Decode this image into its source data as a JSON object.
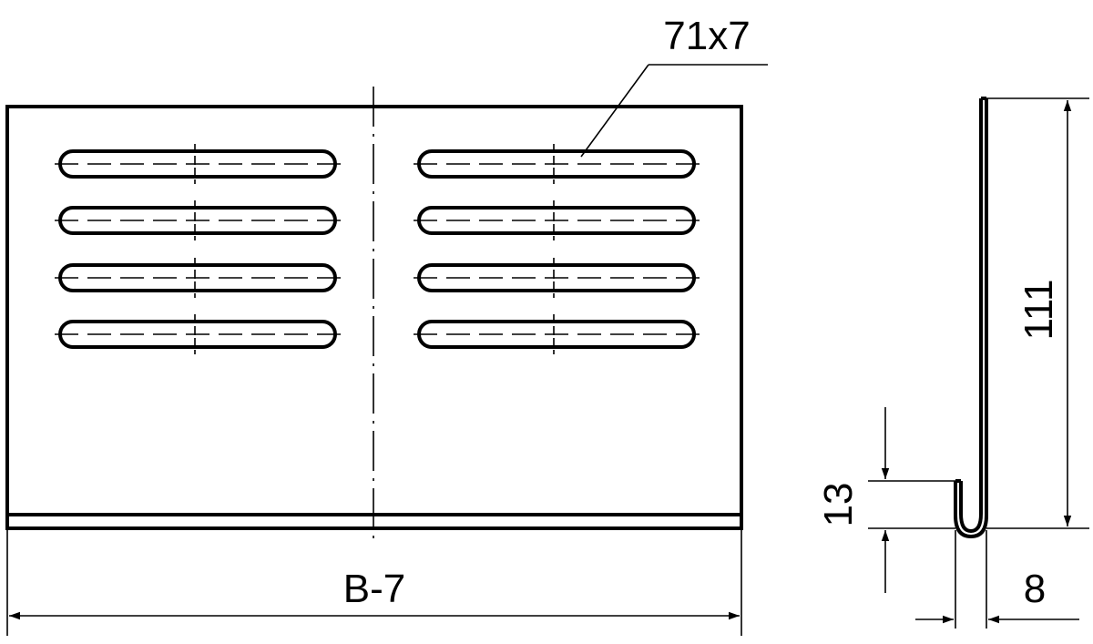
{
  "dimensions": {
    "slot_size": "71x7",
    "plate_width": "B-7",
    "height": "111",
    "hook_height": "13",
    "hook_width": "8"
  },
  "slot_grid": {
    "rows": 4,
    "columns": 2
  },
  "colors": {
    "line": "#000000",
    "background": "#ffffff"
  }
}
